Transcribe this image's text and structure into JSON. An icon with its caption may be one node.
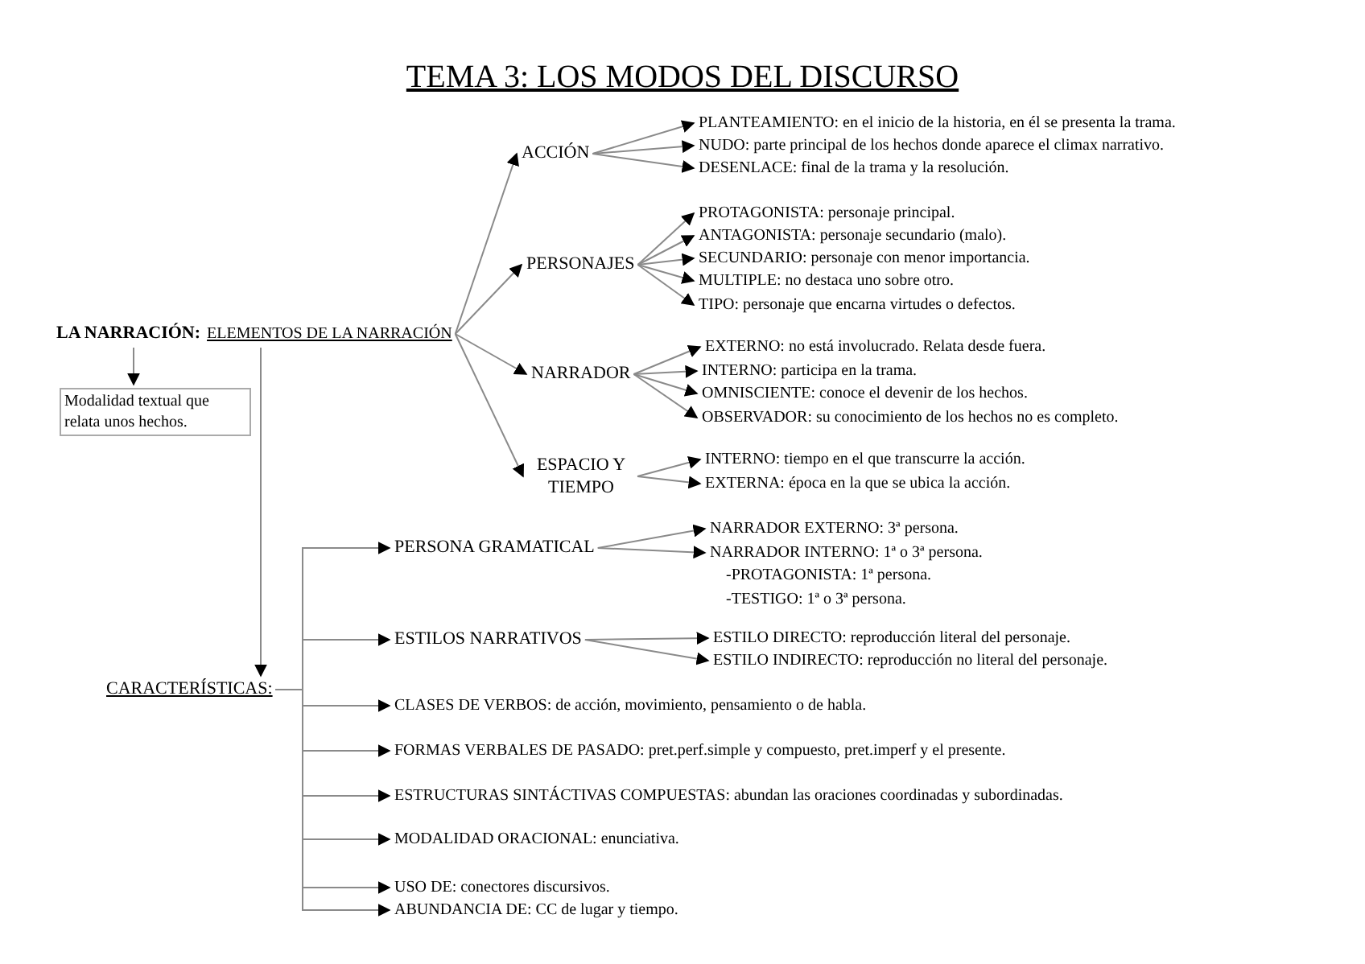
{
  "diagram": {
    "title": "TEMA 3: LOS MODOS DEL DISCURSO",
    "nodes": [
      {
        "text": [
          "LA NARRACIÓN:",
          "ELEMENTOS DE LA NARRACIÓN"
        ]
      },
      {
        "text": [
          "ACCIÓN"
        ]
      },
      {
        "text": [
          "PLANTEAMIENTO: en el inicio de la historia, en él se presenta la trama."
        ]
      },
      {
        "text": [
          "NUDO: parte principal de los hechos donde aparece el climax narrativo."
        ]
      },
      {
        "text": [
          "DESENLACE: final de la trama y la resolución."
        ]
      },
      {
        "text": [
          "PERSONAJES"
        ]
      },
      {
        "text": [
          "PROTAGONISTA: personaje principal."
        ]
      },
      {
        "text": [
          "ANTAGONISTA: personaje secundario (malo)."
        ]
      },
      {
        "text": [
          "SECUNDARIO: personaje con menor importancia."
        ]
      },
      {
        "text": [
          "MULTIPLE: no destaca uno sobre otro."
        ]
      },
      {
        "text": [
          "TIPO: personaje que encarna virtudes o defectos."
        ]
      },
      {
        "text": [
          "NARRADOR"
        ]
      },
      {
        "text": [
          "EXTERNO: no está involucrado. Relata desde fuera."
        ]
      },
      {
        "text": [
          "INTERNO: participa en la trama."
        ]
      },
      {
        "text": [
          "OMNISCIENTE: conoce el devenir de los hechos."
        ]
      },
      {
        "text": [
          "OBSERVADOR: su conocimiento de los hechos no es completo."
        ]
      },
      {
        "text": [
          "ESPACIO Y TIEMPO"
        ]
      },
      {
        "text": [
          "INTERNO: tiempo en el que transcurre la acción."
        ]
      },
      {
        "text": [
          "EXTERNA: época en la que se ubica la acción."
        ]
      },
      {
        "text": [
          "Modalidad textual que relata unos hechos."
        ]
      },
      {
        "text": [
          "CARACTERÍSTICAS:"
        ]
      },
      {
        "text": [
          "PERSONA GRAMATICAL"
        ]
      },
      {
        "text": [
          "NARRADOR EXTERNO: 3ª persona."
        ]
      },
      {
        "text": [
          "NARRADOR INTERNO: 1ª o 3ª persona."
        ]
      },
      {
        "text": [
          "ESTILOS NARRATIVOS"
        ]
      },
      {
        "text": [
          "ESTILO DIRECTO: reproducción literal del personaje."
        ]
      },
      {
        "text": [
          "ESTILO INDIRECTO: reproducción no literal del personaje."
        ]
      },
      {
        "text": [
          "CLASES DE VERBOS: de acción, movimiento, pensamiento o de habla."
        ]
      },
      {
        "text": [
          "FORMAS VERBALES DE PASADO: pret.perf.simple y compuesto, pret.imperf y el presente."
        ]
      },
      {
        "text": [
          "ESTRUCTURAS SINTÁCTIVAS COMPUESTAS: abundan las oraciones coordinadas y subordinadas."
        ]
      },
      {
        "text": [
          "MODALIDAD ORACIONAL: enunciativa."
        ]
      },
      {
        "text": [
          "USO DE: conectores discursivos."
        ]
      },
      {
        "text": [
          "ABUNDANCIA DE: CC de lugar y tiempo."
        ]
      }
    ],
    "edges": [
      {
        "from": 0,
        "to": 19,
        "arrow": "to"
      },
      {
        "from": 0,
        "to": 20,
        "arrow": "to"
      },
      {
        "from": 0,
        "to": 1,
        "arrow": "to"
      },
      {
        "from": 0,
        "to": 5,
        "arrow": "to"
      },
      {
        "from": 0,
        "to": 11,
        "arrow": "to"
      },
      {
        "from": 0,
        "to": 16,
        "arrow": "to"
      },
      {
        "from": 1,
        "to": 2,
        "arrow": "to"
      },
      {
        "from": 1,
        "to": 3,
        "arrow": "to"
      },
      {
        "from": 1,
        "to": 4,
        "arrow": "to"
      },
      {
        "from": 5,
        "to": 6,
        "arrow": "to"
      },
      {
        "from": 5,
        "to": 7,
        "arrow": "to"
      },
      {
        "from": 5,
        "to": 8,
        "arrow": "to"
      },
      {
        "from": 5,
        "to": 9,
        "arrow": "to"
      },
      {
        "from": 5,
        "to": 10,
        "arrow": "to"
      },
      {
        "from": 11,
        "to": 12,
        "arrow": "to"
      },
      {
        "from": 11,
        "to": 13,
        "arrow": "to"
      },
      {
        "from": 11,
        "to": 14,
        "arrow": "to"
      },
      {
        "from": 11,
        "to": 15,
        "arrow": "to"
      },
      {
        "from": 16,
        "to": 17,
        "arrow": "to"
      },
      {
        "from": 16,
        "to": 18,
        "arrow": "to"
      },
      {
        "from": 20,
        "to": 21,
        "arrow": "to"
      },
      {
        "from": 20,
        "to": 24,
        "arrow": "to"
      },
      {
        "from": 20,
        "to": 27,
        "arrow": "to"
      },
      {
        "from": 20,
        "to": 28,
        "arrow": "to"
      },
      {
        "from": 20,
        "to": 29,
        "arrow": "to"
      },
      {
        "from": 20,
        "to": 30,
        "arrow": "to"
      },
      {
        "from": 20,
        "to": 31,
        "arrow": "to"
      },
      {
        "from": 20,
        "to": 32,
        "arrow": "to"
      },
      {
        "from": 21,
        "to": 22,
        "arrow": "to"
      },
      {
        "from": 21,
        "to": 23,
        "arrow": "to"
      },
      {
        "from": 24,
        "to": 25,
        "arrow": "to"
      },
      {
        "from": 24,
        "to": 26,
        "arrow": "to"
      }
    ],
    "labels": [
      "-PROTAGONISTA: 1ª persona.",
      "-TESTIGO: 1ª o 3ª persona."
    ]
  }
}
